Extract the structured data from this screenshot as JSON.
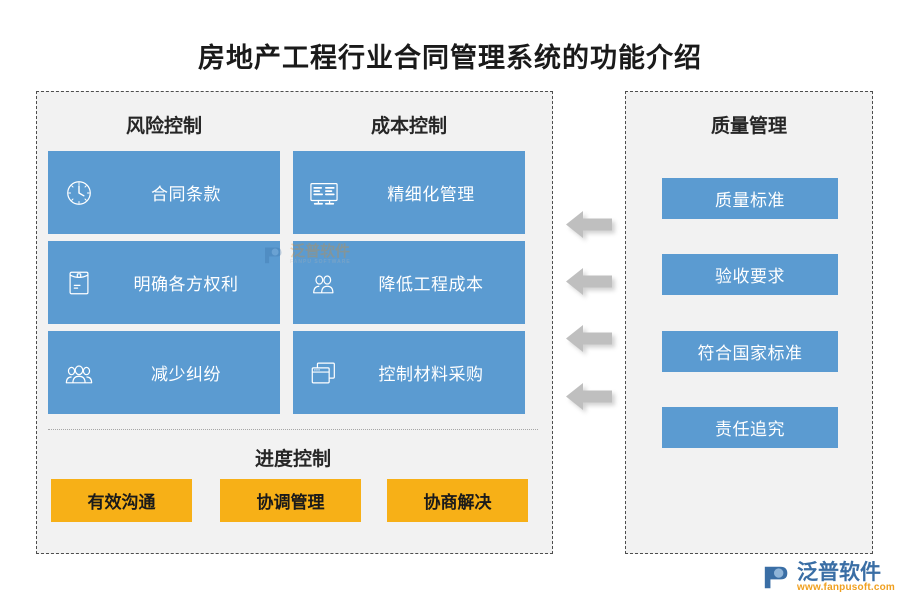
{
  "title": "房地产工程行业合同管理系统的功能介绍",
  "colors": {
    "tile_blue": "#5B9BD1",
    "chip_orange": "#F7B017",
    "panel_bg": "#F2F2F2",
    "panel_border": "#4D4D4D",
    "arrow_gray": "#BFBFBF",
    "brand_blue": "#3A6EA5",
    "brand_orange": "#F0A020"
  },
  "left_panel": {
    "columns": [
      {
        "heading": "风险控制",
        "tiles": [
          {
            "icon": "clock-icon",
            "label": "合同条款"
          },
          {
            "icon": "envelope-icon",
            "label": "明确各方权利"
          },
          {
            "icon": "group-icon",
            "label": "减少纠纷"
          }
        ]
      },
      {
        "heading": "成本控制",
        "tiles": [
          {
            "icon": "report-icon",
            "label": "精细化管理"
          },
          {
            "icon": "users-icon",
            "label": "降低工程成本"
          },
          {
            "icon": "windows-icon",
            "label": "控制材料采购"
          }
        ]
      }
    ],
    "progress": {
      "heading": "进度控制",
      "chips": [
        "有效沟通",
        "协调管理",
        "协商解决"
      ]
    }
  },
  "right_panel": {
    "heading": "质量管理",
    "bars": [
      "质量标准",
      "验收要求",
      "符合国家标准",
      "责任追究"
    ]
  },
  "arrows": {
    "count": 4,
    "direction": "left",
    "icon": "arrow-left-icon"
  },
  "watermark": {
    "cn": "泛普软件",
    "en": "FANPU SOFTWARE"
  },
  "brand": {
    "cn": "泛普软件",
    "url": "www.fanpusoft.com",
    "mark": "fanpu-logo-icon"
  }
}
